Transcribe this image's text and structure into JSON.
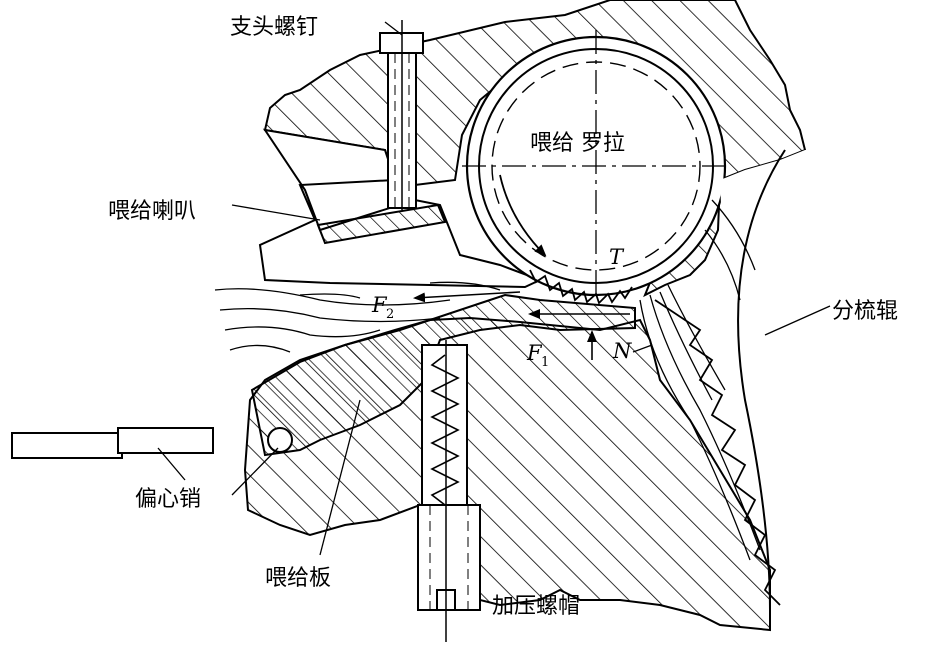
{
  "labels": {
    "support_screw": "支头螺钉",
    "feed_roller": "喂给 罗拉",
    "feed_horn": "喂给喇叭",
    "opening_roller": "分梳辊",
    "eccentric_pin": "偏心销",
    "feed_plate": "喂给板",
    "pressure_nut": "加压螺帽"
  },
  "symbols": {
    "torque": "T",
    "force_2": "F",
    "force_2_sub": "2",
    "force_1": "F",
    "force_1_sub": "1",
    "normal_force": "N"
  }
}
